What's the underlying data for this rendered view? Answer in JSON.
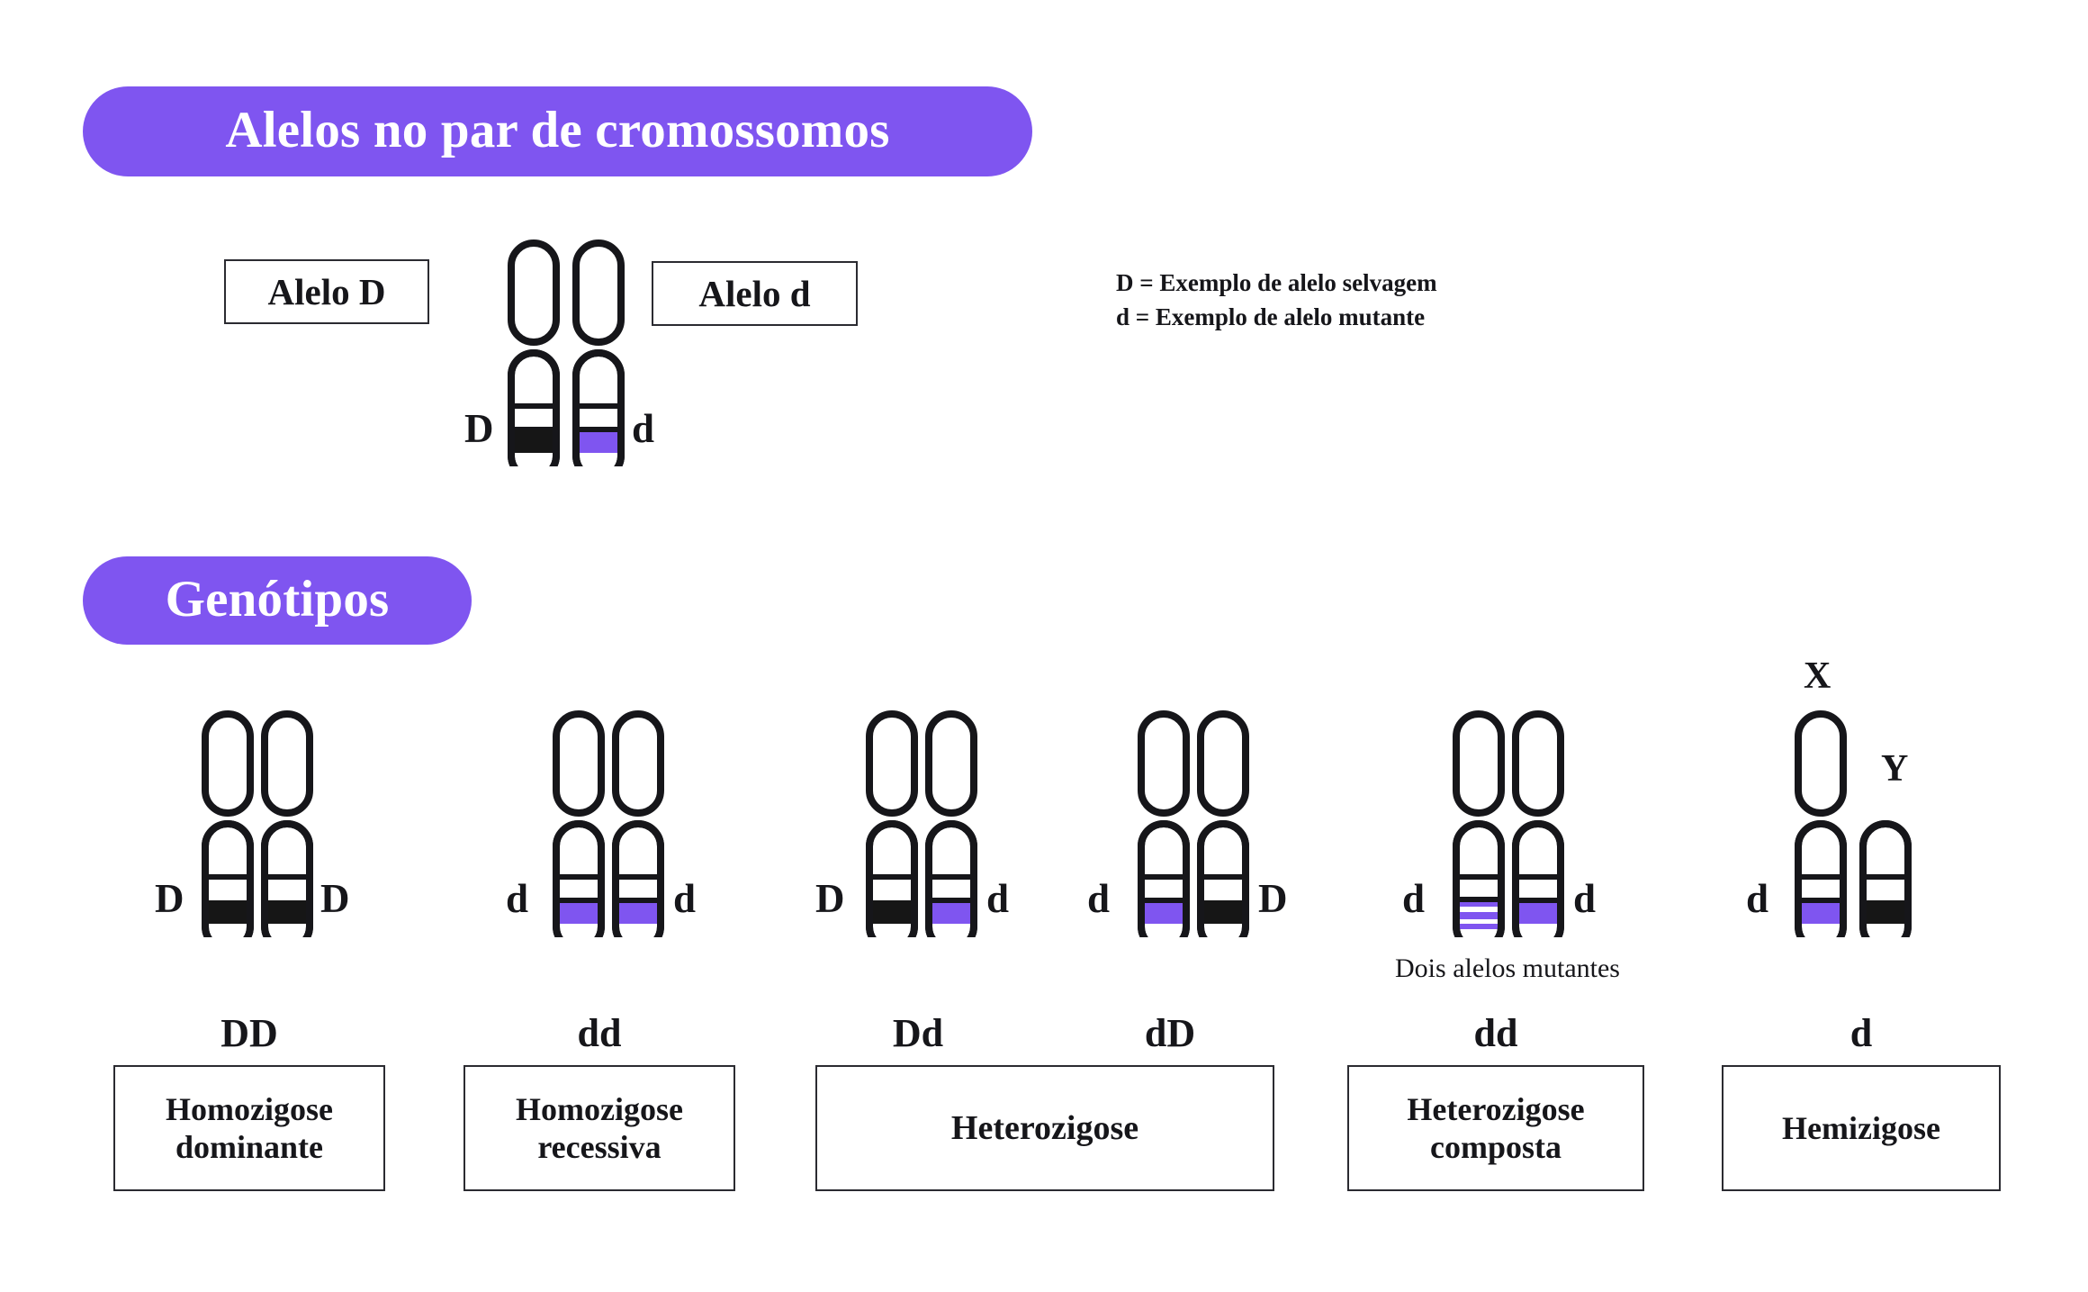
{
  "colors": {
    "accent_purple": "#7F55F0",
    "allele_wild_black": "#161616",
    "outline": "#16161a",
    "background": "#ffffff"
  },
  "sections": {
    "alleles": {
      "heading": "Alelos no par de cromossomos",
      "left_box": "Alelo D",
      "right_box": "Alelo d",
      "left_allele_symbol": "D",
      "right_allele_symbol": "d",
      "legend": {
        "line1": "D = Exemplo de alelo selvagem",
        "line2": "d = Exemplo de alelo mutante"
      }
    },
    "genotypes": {
      "heading": "Genótipos",
      "columns": [
        {
          "id": "homozygous-dominant",
          "left_allele_symbol": "D",
          "right_allele_symbol": "D",
          "genotype_code": "DD",
          "term": "Homozigose dominante",
          "left_band": "black",
          "right_band": "black"
        },
        {
          "id": "homozygous-recessive",
          "left_allele_symbol": "d",
          "right_allele_symbol": "d",
          "genotype_code": "dd",
          "term": "Homozigose recessiva",
          "left_band": "purple",
          "right_band": "purple"
        },
        {
          "id": "heterozygous-Dd",
          "left_allele_symbol": "D",
          "right_allele_symbol": "d",
          "genotype_code": "Dd",
          "term": "Heterozigose",
          "left_band": "black",
          "right_band": "purple"
        },
        {
          "id": "heterozygous-dD",
          "left_allele_symbol": "d",
          "right_allele_symbol": "D",
          "genotype_code": "dD",
          "term": "Heterozigose",
          "left_band": "purple",
          "right_band": "black"
        },
        {
          "id": "compound-heterozygous",
          "left_allele_symbol": "d",
          "right_allele_symbol": "d",
          "genotype_code": "dd",
          "term": "Heterozigose composta",
          "caption": "Dois alelos mutantes",
          "left_band": "purple-striped",
          "right_band": "purple"
        },
        {
          "id": "hemizygous",
          "left_allele_symbol": "d",
          "right_allele_symbol": "",
          "genotype_code": "d",
          "term": "Hemizigose",
          "left_band": "purple",
          "right_band": "black",
          "chromosome_x_label": "X",
          "chromosome_y_label": "Y"
        }
      ]
    }
  }
}
